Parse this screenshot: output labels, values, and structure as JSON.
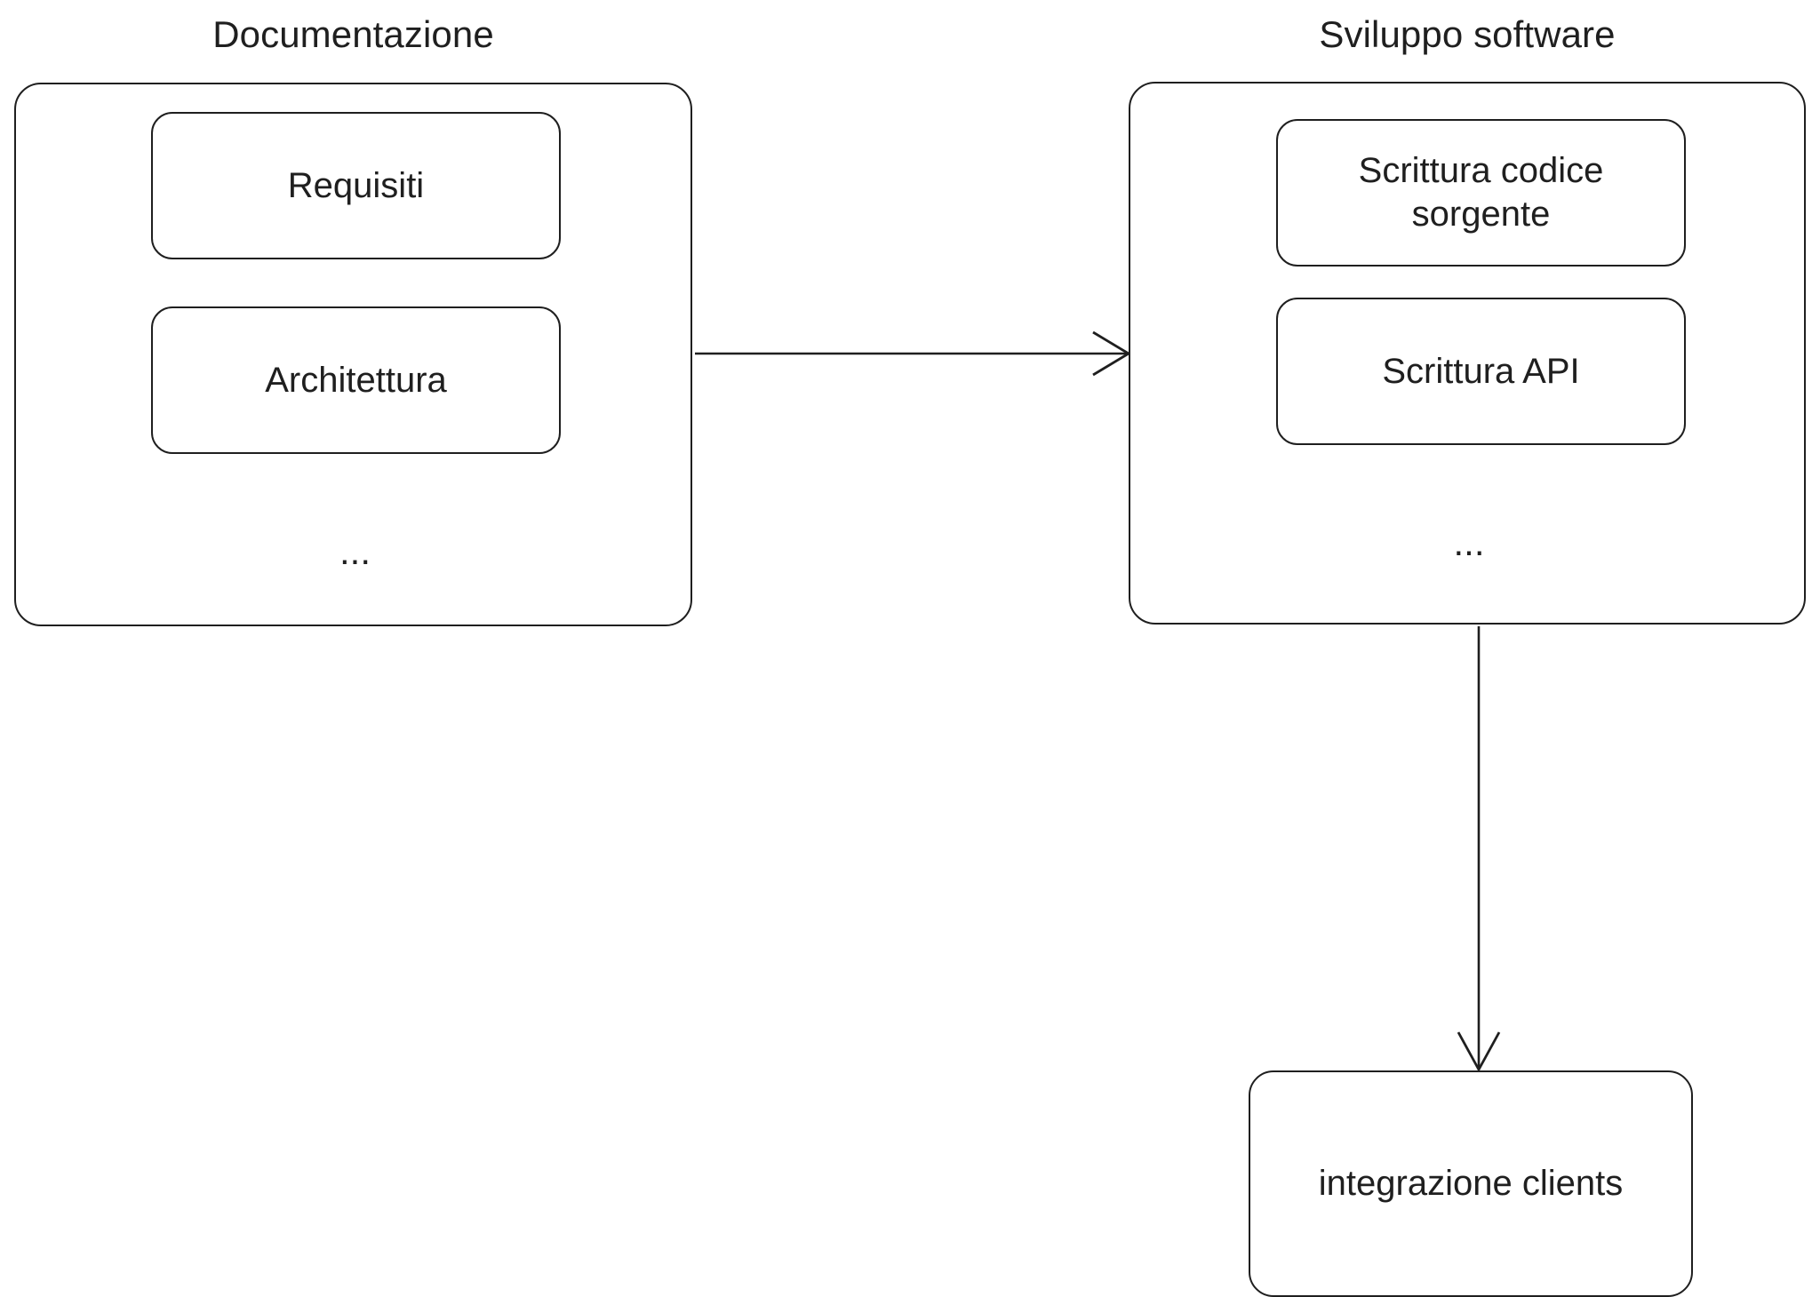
{
  "diagram": {
    "type": "flowchart",
    "background_color": "#ffffff",
    "stroke_color": "#1f1f1f",
    "text_color": "#1f1f1f",
    "clusters": [
      {
        "id": "documentazione",
        "title": "Documentazione",
        "nodes": [
          {
            "id": "requisiti",
            "label": "Requisiti"
          },
          {
            "id": "architettura",
            "label": "Architettura"
          }
        ],
        "ellipsis": "..."
      },
      {
        "id": "sviluppo-software",
        "title": "Sviluppo software",
        "nodes": [
          {
            "id": "scrittura-codice-sorgente",
            "label": "Scrittura codice\nsorgente"
          },
          {
            "id": "scrittura-api",
            "label": "Scrittura API"
          }
        ],
        "ellipsis": "..."
      }
    ],
    "nodes": [
      {
        "id": "integrazione-clients",
        "label": "integrazione clients"
      }
    ],
    "edges": [
      {
        "id": "edge-doc-to-sviluppo",
        "from": "documentazione",
        "to": "sviluppo-software",
        "direction": "right",
        "arrowhead": "open-v",
        "label": ""
      },
      {
        "id": "edge-sviluppo-to-integrazione",
        "from": "sviluppo-software",
        "to": "integrazione-clients",
        "direction": "down",
        "arrowhead": "open-v",
        "label": ""
      }
    ]
  }
}
